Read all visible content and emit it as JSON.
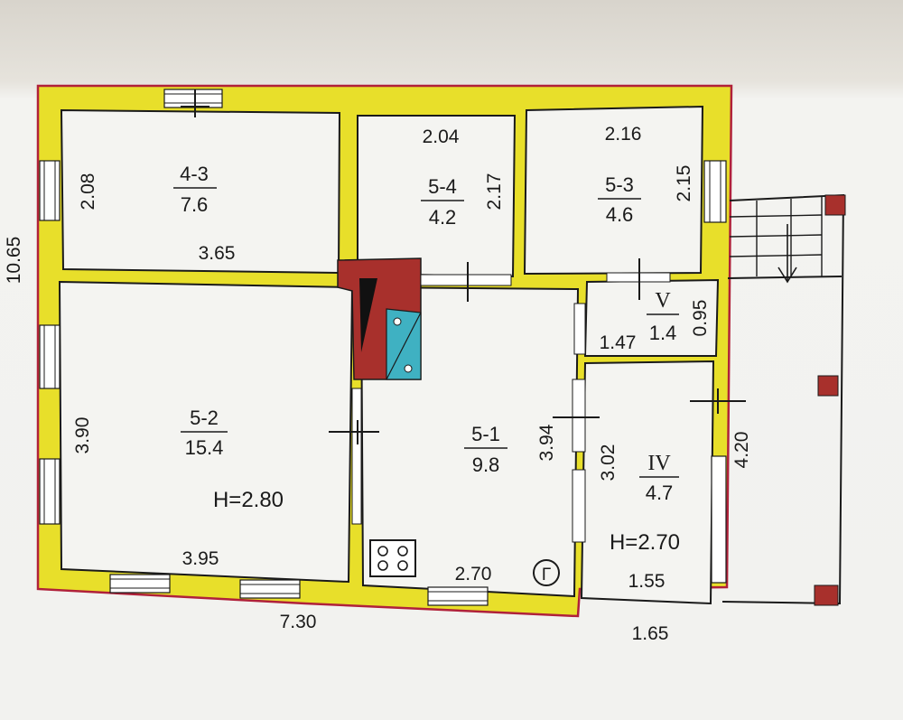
{
  "rooms": [
    {
      "id": "4-3",
      "area": "7.6",
      "width": "3.65",
      "height": "2.08"
    },
    {
      "id": "5-4",
      "area": "4.2",
      "width": "2.04",
      "height": "2.17"
    },
    {
      "id": "5-3",
      "area": "4.6",
      "width": "2.16",
      "height": "2.15"
    },
    {
      "id": "5-2",
      "area": "15.4",
      "width": "3.95",
      "height": "3.90"
    },
    {
      "id": "5-1",
      "area": "9.8",
      "width": "2.70",
      "height": "3.94"
    },
    {
      "id": "V",
      "area": "1.4",
      "width": "1.47",
      "height": "0.95"
    },
    {
      "id": "IV",
      "area": "4.7",
      "width": "1.55",
      "height": "3.02"
    }
  ],
  "overall": {
    "length": "7.30",
    "depth": "10.65",
    "annex_depth": "4.20",
    "annex_width": "1.65"
  },
  "ceiling": {
    "main": "H=2.80",
    "annex": "H=2.70"
  },
  "gas_mark": "Г",
  "colors": {
    "wall": "#e8df2a",
    "wall_outline": "#b0213a",
    "stove": "#a8302c",
    "tile": "#3fb1c2",
    "floor": "#f4f4f1",
    "line": "#1a1a1a"
  },
  "icons": [
    "stove-icon",
    "gas-symbol",
    "staircase-icon",
    "stair-arrow-icon"
  ]
}
